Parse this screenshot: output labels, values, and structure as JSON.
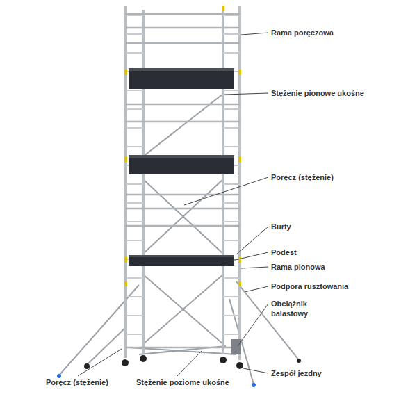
{
  "diagram": {
    "labels": [
      "Rama poręczowa",
      "Stężenie pionowe ukośne",
      "Poręcz (stężenie)",
      "Burty",
      "Podest",
      "Rama pionowa",
      "Podpora rusztowania",
      "Obciążnik balastowy",
      "Zespół jezdny",
      "Poręcz (stężenie)",
      "Stężenie poziome ukośne"
    ]
  }
}
